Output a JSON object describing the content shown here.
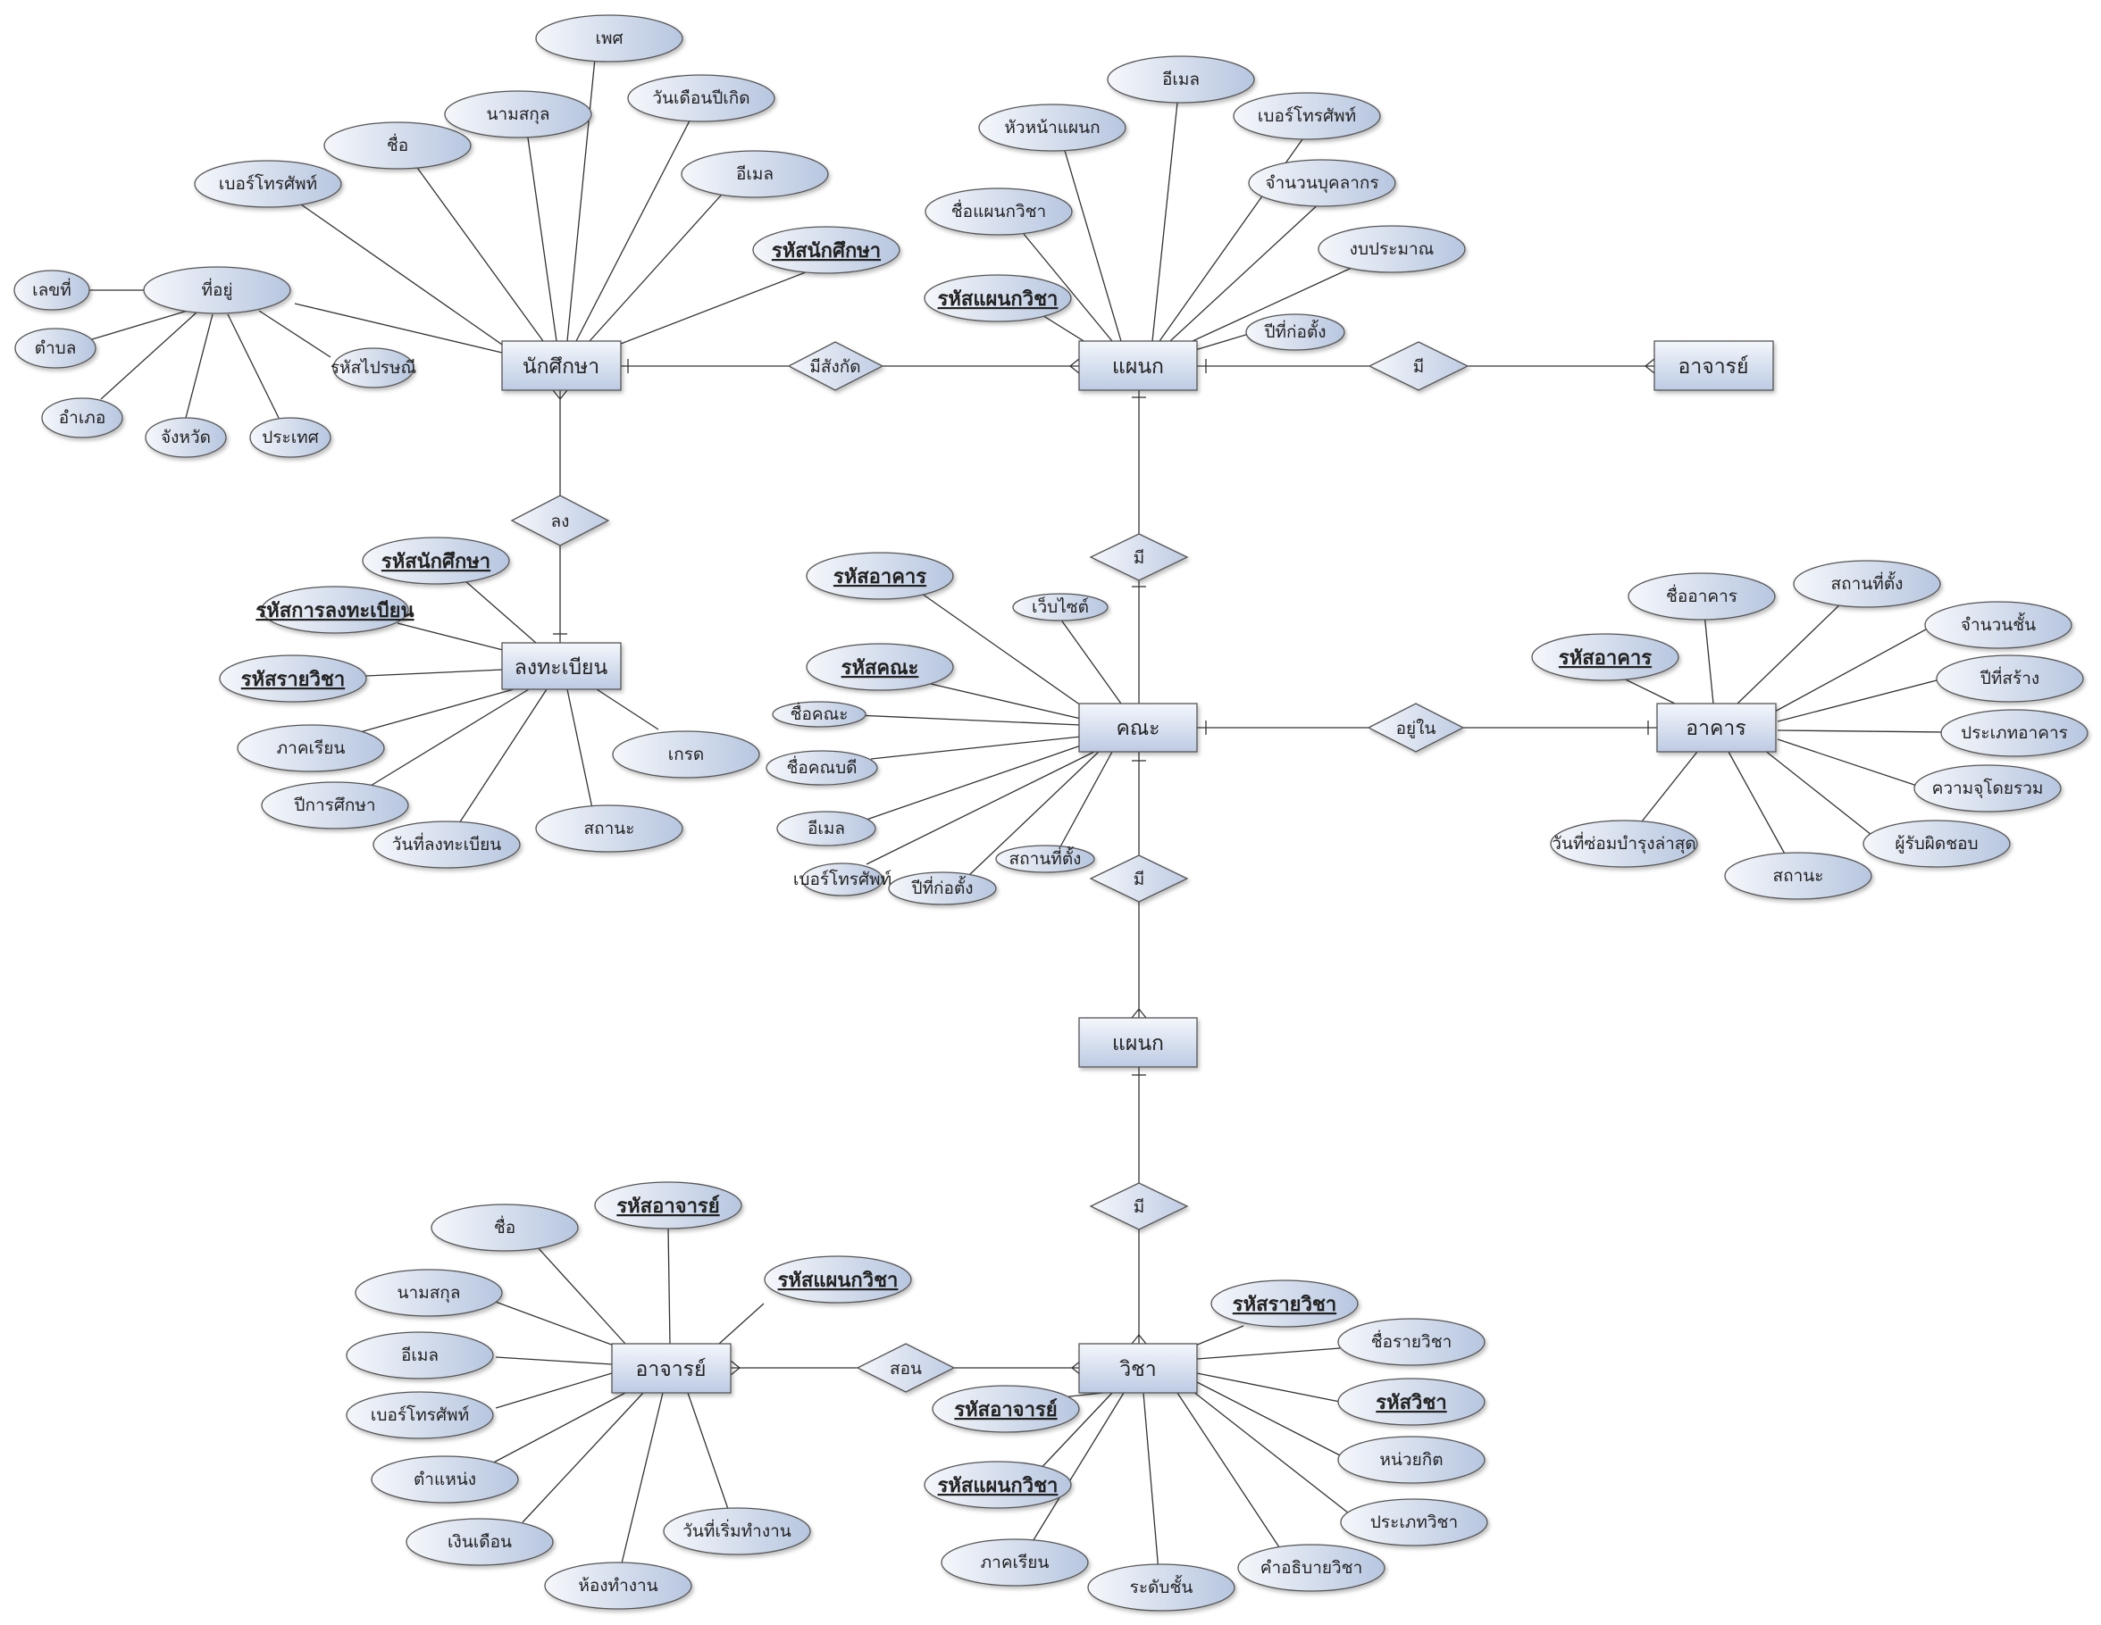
{
  "entities": {
    "student": "นักศึกษา",
    "dept_top": "แผนก",
    "teacher_top": "อาจารย์",
    "register": "ลงทะเบียน",
    "faculty": "คณะ",
    "building": "อาคาร",
    "dept_mid": "แผนก",
    "teacher": "อาจารย์",
    "course": "วิชา"
  },
  "relationships": {
    "belongs": "มีสังกัด",
    "has_teacher": "มี",
    "enroll": "ลง",
    "has_fac": "มี",
    "located": "อยู่ใน",
    "has_dept": "มี",
    "has_course": "มี",
    "teaches": "สอน"
  },
  "attributes": {
    "student": {
      "sex": "เพศ",
      "lastname": "นามสกุล",
      "birthdate": "วันเดือนปีเกิด",
      "name": "ชื่อ",
      "email": "อีเมล",
      "phone": "เบอร์โทรศัพท์",
      "student_id": "รหัสนักศึกษา",
      "address": "ที่อยู่",
      "house_no": "เลขที่",
      "subdistrict": "ตำบล",
      "postcode": "รหัสไปรษณี",
      "district": "อำเภอ",
      "province": "จังหวัด",
      "country": "ประเทศ"
    },
    "dept": {
      "email": "อีเมล",
      "head": "หัวหน้าแผนก",
      "phone": "เบอร์โทรศัพท์",
      "staff": "จำนวนบุคลากร",
      "name": "ชื่อแผนกวิชา",
      "budget": "งบประมาณ",
      "dept_id": "รหัสแผนกวิชา",
      "year": "ปีที่ก่อตั้ง"
    },
    "register": {
      "student_id": "รหัสนักศึกษา",
      "reg_id": "รหัสการลงทะเบียน",
      "course_id": "รหัสรายวิชา",
      "semester": "ภาคเรียน",
      "grade": "เกรด",
      "year": "ปีการศึกษา",
      "status": "สถานะ",
      "date": "วันที่ลงทะเบียน"
    },
    "faculty": {
      "building_id": "รหัสอาคาร",
      "website": "เว็บไซต์",
      "faculty_id": "รหัสคณะ",
      "name": "ชื่อคณะ",
      "dean": "ชื่อคณบดี",
      "email": "อีเมล",
      "location": "สถานที่ตั้ง",
      "phone": "เบอร์โทรศัพท์",
      "year": "ปีที่ก่อตั้ง"
    },
    "building": {
      "name": "ชื่ออาคาร",
      "location": "สถานที่ตั้ง",
      "building_id": "รหัสอาคาร",
      "floors": "จำนวนชั้น",
      "built": "ปีที่สร้าง",
      "type": "ประเภทอาคาร",
      "capacity": "ความจุโดยรวม",
      "manager": "ผู้รับผิดชอบ",
      "repair": "วันที่ซ่อมบำรุงล่าสุด",
      "status": "สถานะ"
    },
    "teacher": {
      "name": "ชื่อ",
      "teacher_id": "รหัสอาจารย์",
      "lastname": "นามสกุล",
      "dept_id": "รหัสแผนกวิชา",
      "email": "อีเมล",
      "phone": "เบอร์โทรศัพท์",
      "position": "ตำแหน่ง",
      "salary": "เงินเดือน",
      "start": "วันที่เริ่มทำงาน",
      "office": "ห้องทำงาน"
    },
    "course": {
      "course_code": "รหัสรายวิชา",
      "course_name": "ชื่อรายวิชา",
      "teacher_id": "รหัสอาจารย์",
      "course_id": "รหัสวิชา",
      "credit": "หน่วยกิต",
      "dept_id": "รหัสแผนกวิชา",
      "type": "ประเภทวิชา",
      "semester": "ภาคเรียน",
      "desc": "คำอธิบายวิชา",
      "level": "ระดับชั้น"
    }
  },
  "colors": {
    "fill_light": "#f2f5fb",
    "fill_dark": "#b9c8e2",
    "stroke": "#555555",
    "line": "#333333"
  }
}
